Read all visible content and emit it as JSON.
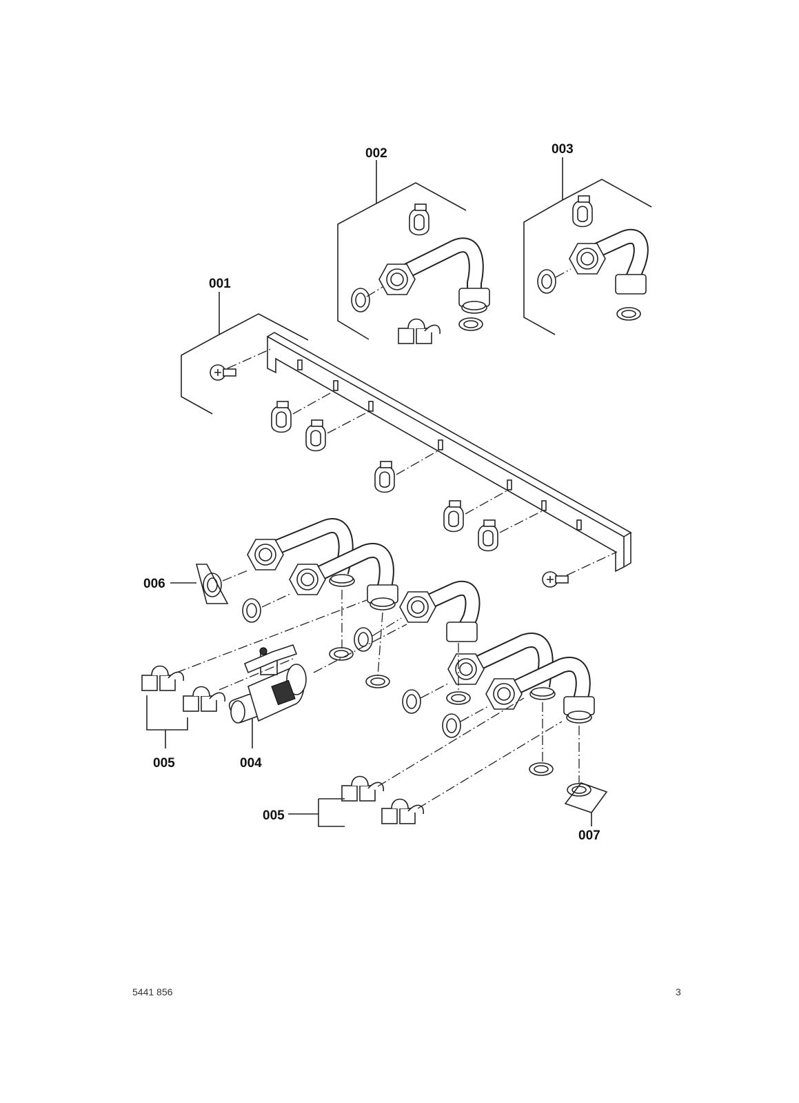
{
  "callouts": {
    "c001": "001",
    "c002": "002",
    "c003": "003",
    "c004": "004",
    "c005_left": "005",
    "c005_right": "005",
    "c006": "006",
    "c007": "007"
  },
  "footer": {
    "doc_number": "5441 856",
    "page_number": "3"
  },
  "colors": {
    "line": "#222222",
    "background": "#ffffff"
  }
}
